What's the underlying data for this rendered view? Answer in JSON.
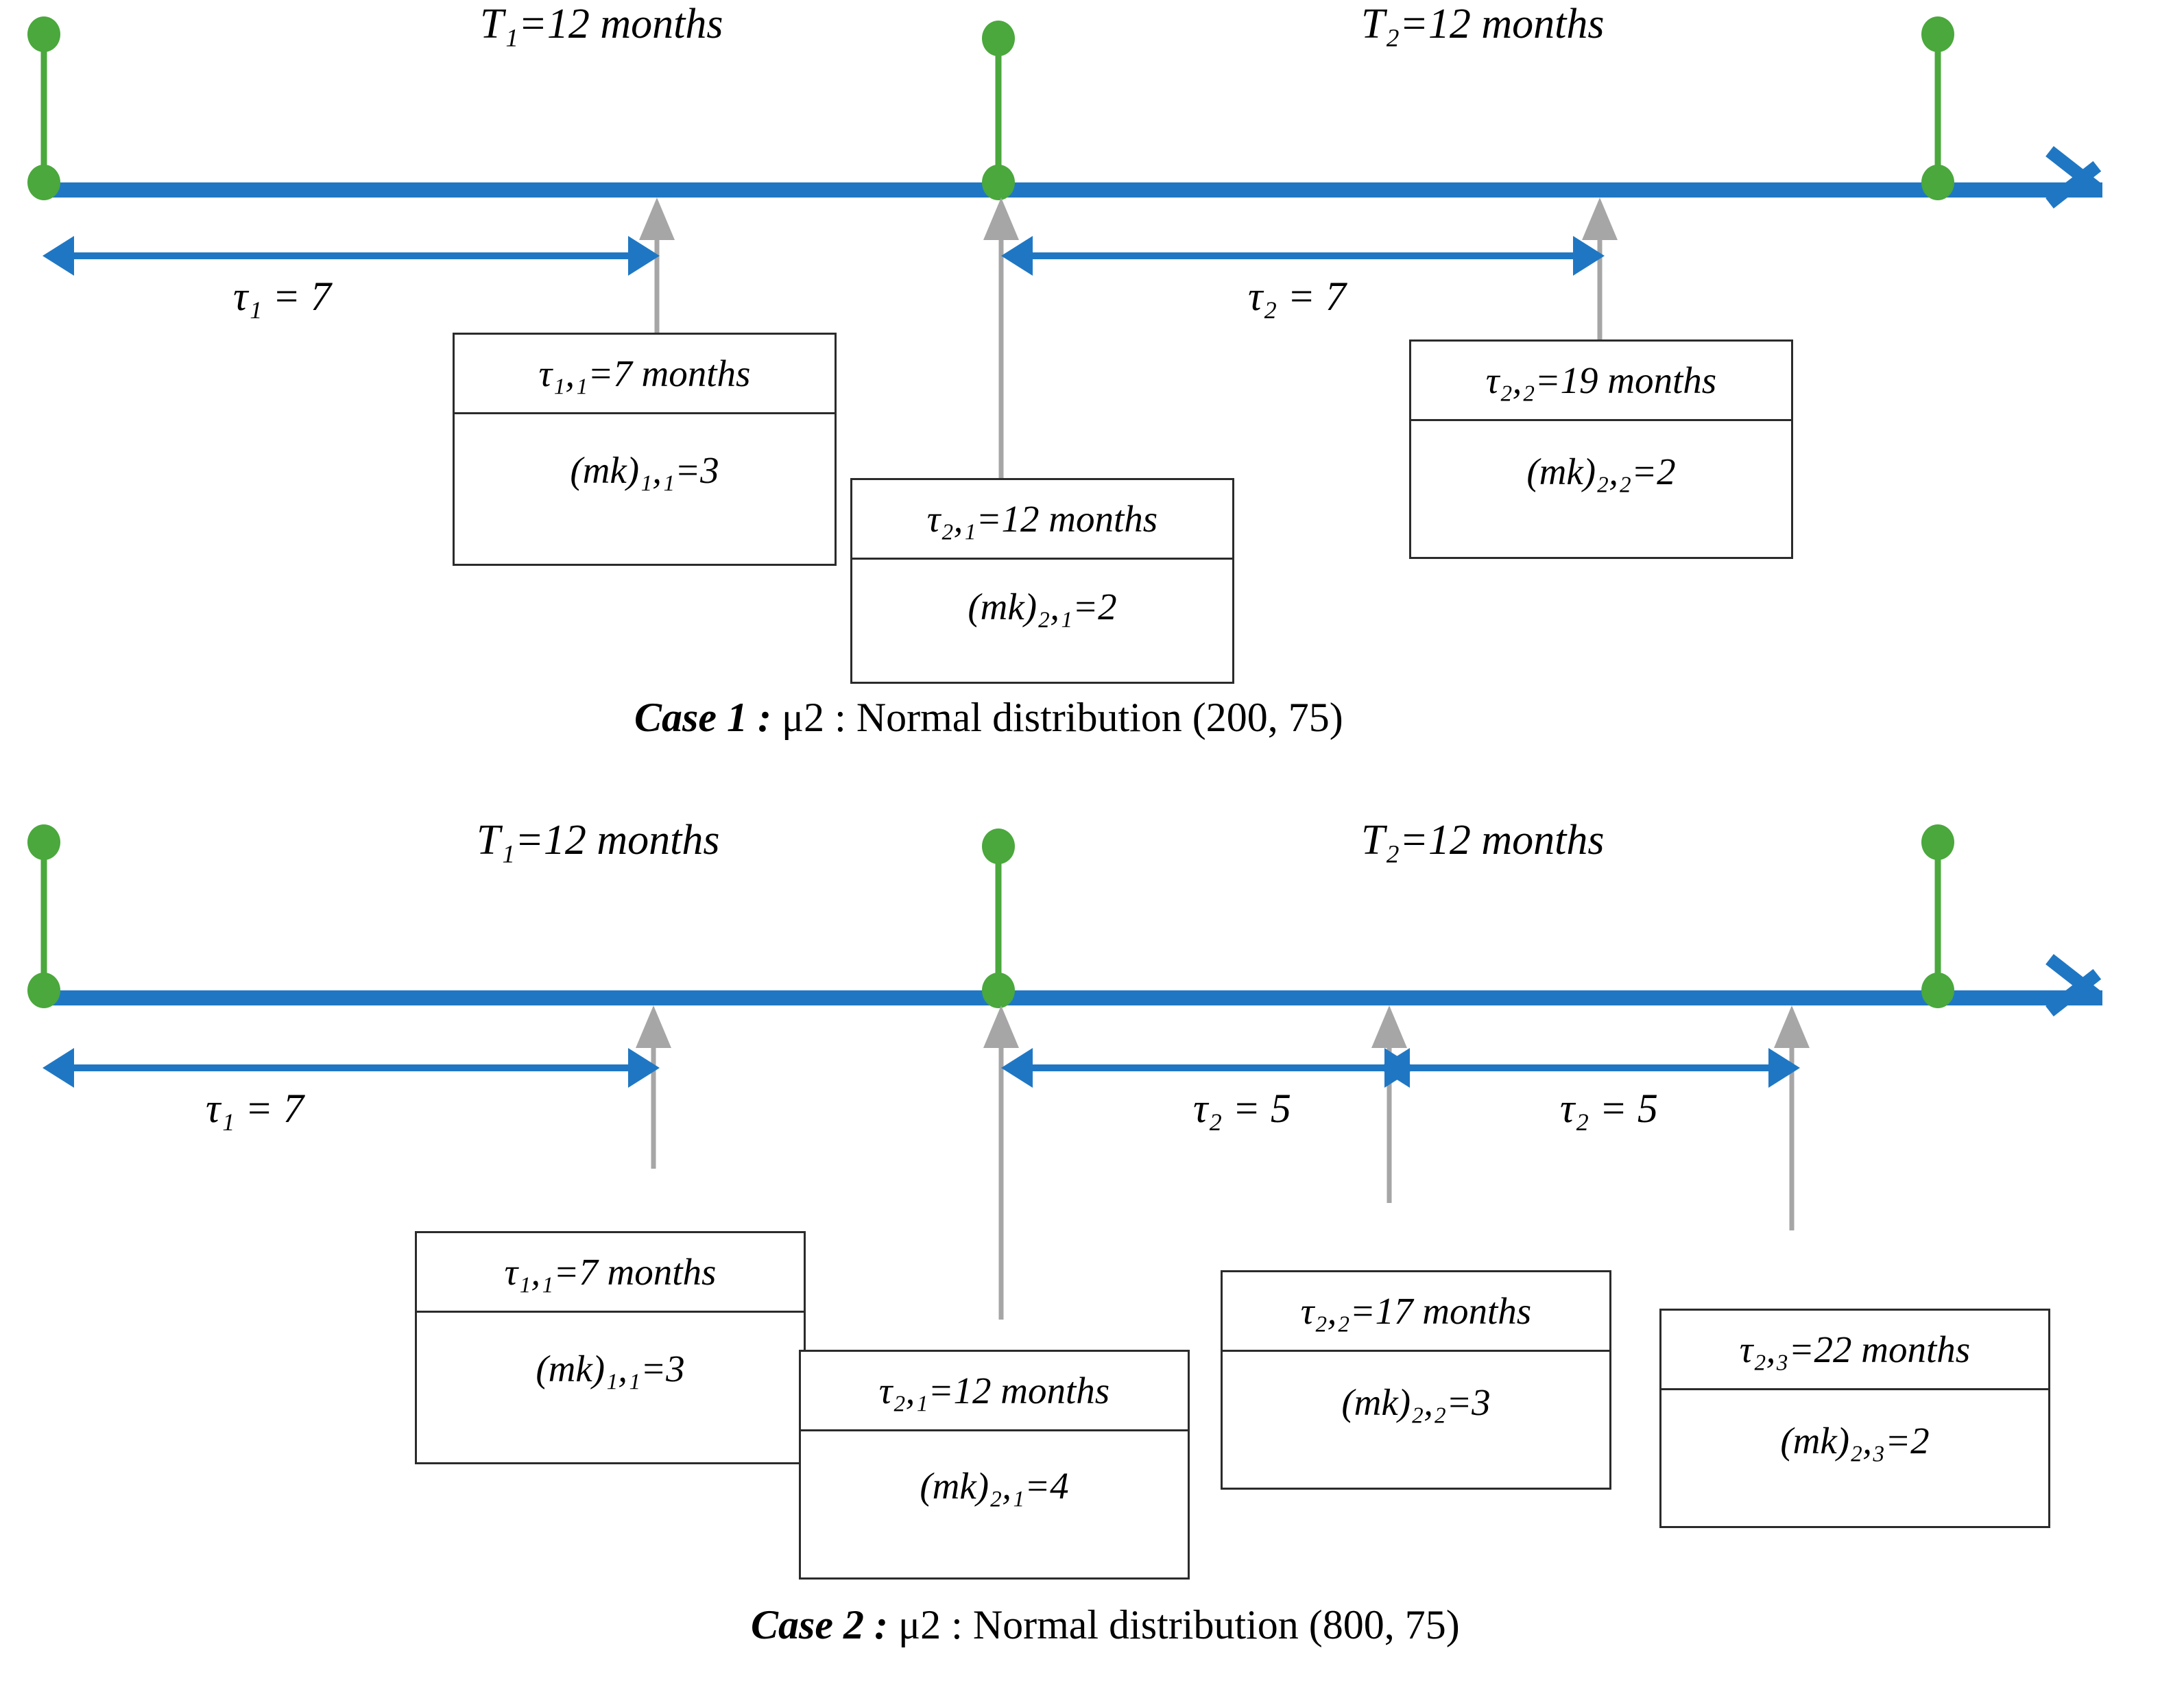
{
  "figure": {
    "type": "timeline-diagram",
    "colors": {
      "timeline_blue": "#1f77c4",
      "milestone_green": "#4aa83c",
      "tick_grey": "#a6a6a6",
      "box_border": "#2b2b2b",
      "background": "#ffffff"
    }
  },
  "cases": [
    {
      "id": "case-1",
      "caption_prefix": "Case 1 :",
      "caption_rest": " μ2 : Normal distribution (200, 75)",
      "caption_full": "Case 1 : μ2 : Normal distribution (200, 75)",
      "distribution": {
        "name": "Normal distribution",
        "mean": 200,
        "sd": 75,
        "parameter": "μ2"
      },
      "period_labels": [
        {
          "name": "T1",
          "text": "T₁=12 months",
          "value": 12,
          "unit": "months"
        },
        {
          "name": "T2",
          "text": "T₂=12 months",
          "value": 12,
          "unit": "months"
        }
      ],
      "tau_labels": [
        {
          "name": "tau-1",
          "text": "τ₁ = 7",
          "value": 7
        },
        {
          "name": "tau-2",
          "text": "τ₂ = 7",
          "value": 7
        }
      ],
      "boxes": [
        {
          "id": "box-1-1",
          "tau_text": "τ₁,₁=7 months",
          "tau_value": 7,
          "mk_text": "(mk)₁,₁=3",
          "mk_value": 3
        },
        {
          "id": "box-2-1",
          "tau_text": "τ₂,₁=12 months",
          "tau_value": 12,
          "mk_text": "(mk)₂,₁=2",
          "mk_value": 2
        },
        {
          "id": "box-2-2",
          "tau_text": "τ₂,₂=19 months",
          "tau_value": 19,
          "mk_text": "(mk)₂,₂=2",
          "mk_value": 2
        }
      ]
    },
    {
      "id": "case-2",
      "caption_prefix": "Case 2 :",
      "caption_rest": " μ2 : Normal distribution (800, 75)",
      "caption_full": "Case 2 : μ2 : Normal distribution (800, 75)",
      "distribution": {
        "name": "Normal distribution",
        "mean": 800,
        "sd": 75,
        "parameter": "μ2"
      },
      "period_labels": [
        {
          "name": "T1",
          "text": "T₁=12 months",
          "value": 12,
          "unit": "months"
        },
        {
          "name": "T2",
          "text": "T₂=12 months",
          "value": 12,
          "unit": "months"
        }
      ],
      "tau_labels": [
        {
          "name": "tau-1",
          "text": "τ₁ = 7",
          "value": 7
        },
        {
          "name": "tau-2a",
          "text": "τ₂ = 5",
          "value": 5
        },
        {
          "name": "tau-2b",
          "text": "τ₂ = 5",
          "value": 5
        }
      ],
      "boxes": [
        {
          "id": "box-1-1",
          "tau_text": "τ₁,₁=7 months",
          "tau_value": 7,
          "mk_text": "(mk)₁,₁=3",
          "mk_value": 3
        },
        {
          "id": "box-2-1",
          "tau_text": "τ₂,₁=12 months",
          "tau_value": 12,
          "mk_text": "(mk)₂,₁=4",
          "mk_value": 4
        },
        {
          "id": "box-2-2",
          "tau_text": "τ₂,₂=17 months",
          "tau_value": 17,
          "mk_text": "(mk)₂,₂=3",
          "mk_value": 3
        },
        {
          "id": "box-2-3",
          "tau_text": "τ₂,₃=22 months",
          "tau_value": 22,
          "mk_text": "(mk)₂,₃=2",
          "mk_value": 2
        }
      ]
    }
  ]
}
